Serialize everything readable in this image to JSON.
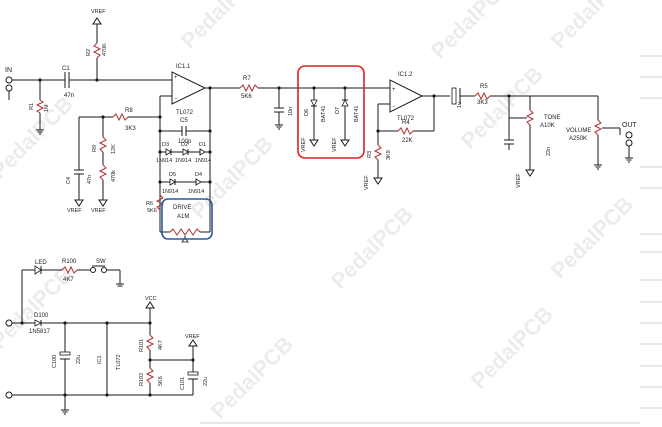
{
  "watermark": "PedalPCB",
  "labels": {
    "in": "IN",
    "out": "OUT",
    "vref": "VREF",
    "vcc": "VCC",
    "r1": "R1",
    "r1v": "1M",
    "r2": "R2",
    "r2v": "470K",
    "c1": "C1",
    "c1v": "47n",
    "r3": "R3",
    "r3v": "3K9",
    "r4": "R4",
    "r4v": "22K",
    "r5": "R5",
    "r5v": "3K3",
    "r6": "R6",
    "r6v": "5K6",
    "r7": "R7",
    "r7v": "5K6",
    "r8": "R8",
    "r8v": "3K3",
    "r9": "R9",
    "r9v": "12K",
    "r10v": "470k",
    "c2v": "1u",
    "c3v": "22n",
    "c4": "C4",
    "c4v": "47n",
    "c5": "C5",
    "c5v": "100p",
    "cx10n": "10n",
    "ic11": "IC1.1",
    "ic12": "IC1.2",
    "tl072": "TL072",
    "d1": "D1",
    "d2": "D2",
    "d3": "D3",
    "d4": "D4",
    "d5": "D5",
    "d6": "D6",
    "d7": "D7",
    "n4148": "1N914",
    "bat41": "BAT41",
    "drive": "DRIVE",
    "a1m": "A1M",
    "tone": "TONE",
    "a10k": "A10K",
    "volume": "VOLUME",
    "a250k": "A250K",
    "led": "LED",
    "r100": "R100",
    "r100v": "4K7",
    "sw": "SW",
    "d100": "D100",
    "d100v": "1N5817",
    "c100": "C100",
    "c100v": "22u",
    "ic1": "IC1",
    "r101": "R101",
    "r101v": "4K7",
    "r102": "R102",
    "r102v": "5K6",
    "c101": "C101",
    "c101v": "22u"
  },
  "colors": {
    "highlight_red": "#e02020",
    "highlight_blue": "#2a5a9a",
    "resistor": "#b03030"
  }
}
